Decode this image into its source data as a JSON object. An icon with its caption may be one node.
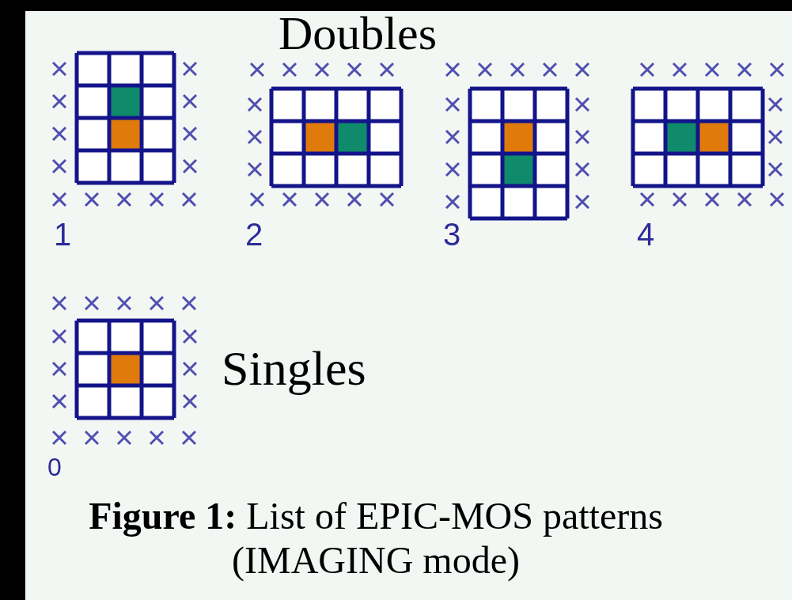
{
  "diagram": {
    "caption": "**Figure 1:** List of EPIC-MOS patterns (IMAGING mode)",
    "labels": [
      "Doubles",
      "1",
      "2",
      "3",
      "4",
      "Singles",
      "0"
    ]
  }
}
